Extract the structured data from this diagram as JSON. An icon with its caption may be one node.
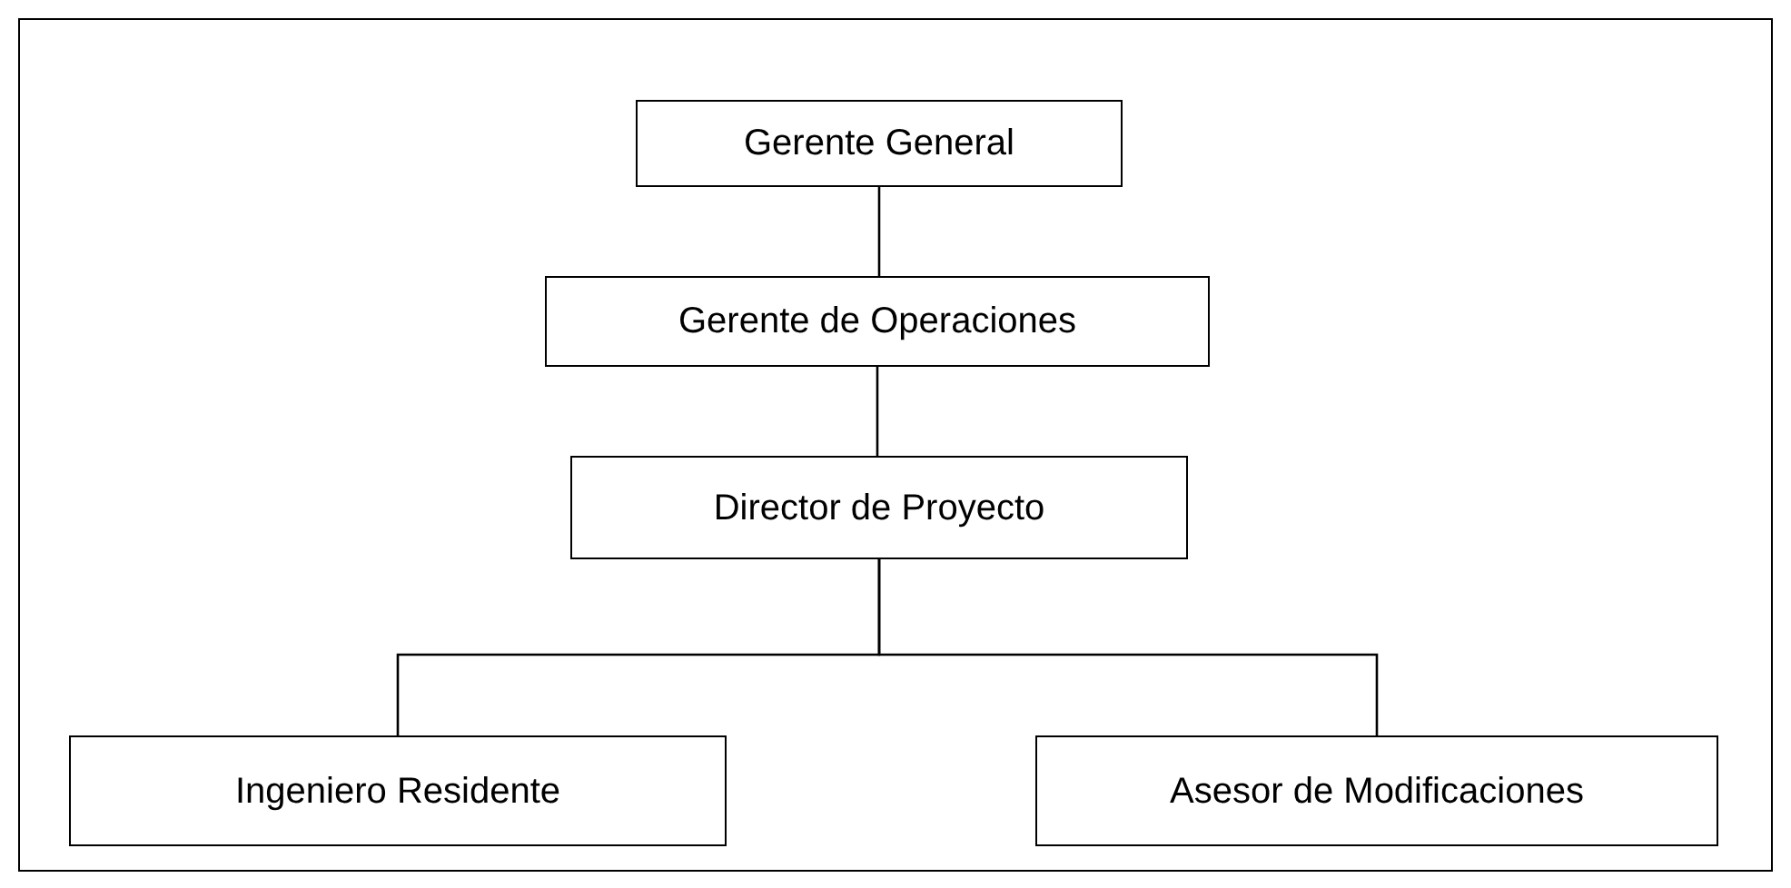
{
  "diagram": {
    "nodes": [
      {
        "text": [
          "Gerente General"
        ]
      },
      {
        "text": [
          "Gerente de Operaciones"
        ]
      },
      {
        "text": [
          "Director de Proyecto"
        ]
      },
      {
        "text": [
          "Ingeniero Residente"
        ]
      },
      {
        "text": [
          "Asesor de Modificaciones"
        ]
      }
    ],
    "edges": [
      {
        "from": 0,
        "to": 1,
        "arrow": "none"
      },
      {
        "from": 1,
        "to": 2,
        "arrow": "none"
      },
      {
        "from": 2,
        "to": 3,
        "arrow": "none"
      },
      {
        "from": 2,
        "to": 4,
        "arrow": "none"
      }
    ]
  }
}
